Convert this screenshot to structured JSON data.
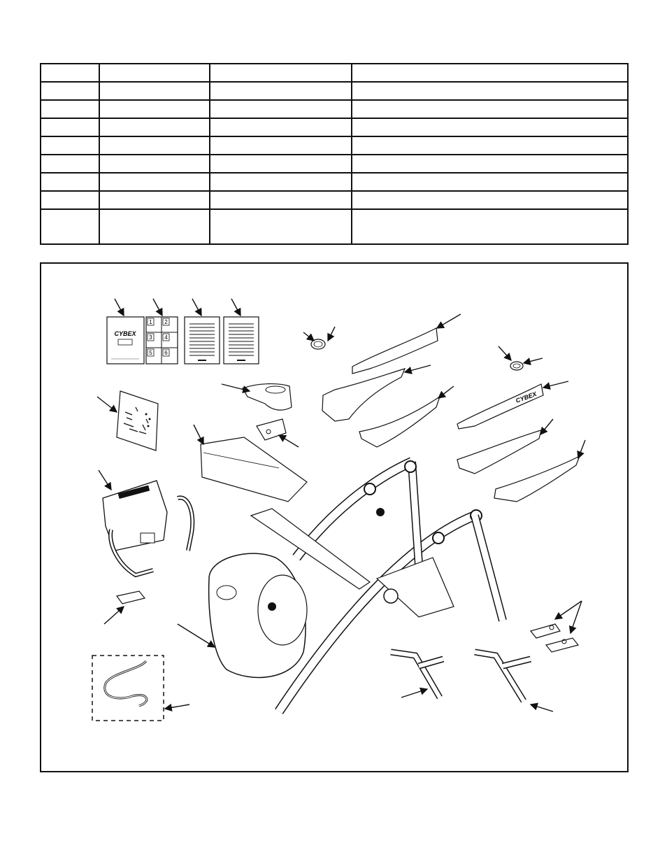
{
  "table": {
    "columns": [
      "",
      "",
      "",
      ""
    ],
    "rows": [
      [
        "",
        "",
        "",
        ""
      ],
      [
        "",
        "",
        "",
        ""
      ],
      [
        "",
        "",
        "",
        ""
      ],
      [
        "",
        "",
        "",
        ""
      ],
      [
        "",
        "",
        "",
        ""
      ],
      [
        "",
        "",
        "",
        ""
      ],
      [
        "",
        "",
        "",
        ""
      ],
      [
        "",
        "",
        "",
        ""
      ],
      [
        "",
        "",
        "",
        ""
      ]
    ]
  },
  "figure": {
    "brand_text": "CYBEX",
    "card_numbers": [
      "1",
      "2",
      "3",
      "4",
      "5",
      "6"
    ]
  }
}
